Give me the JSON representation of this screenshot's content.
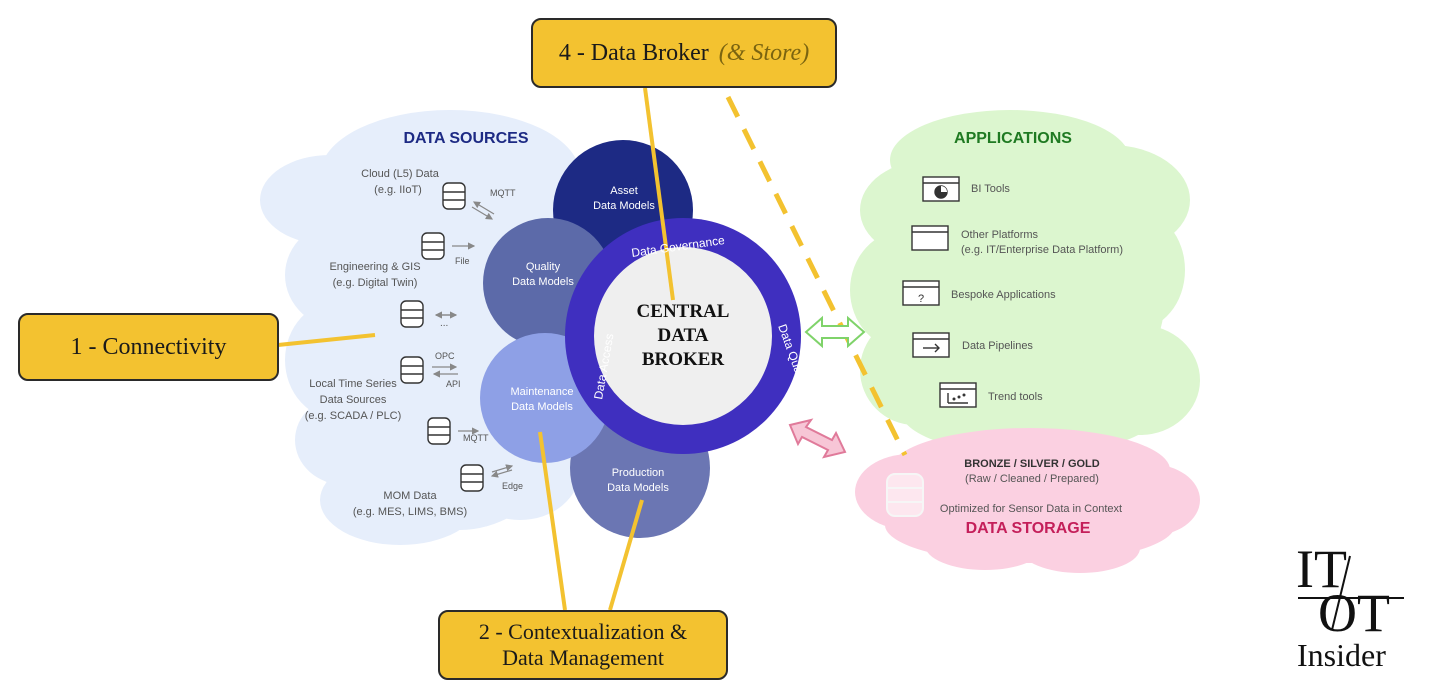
{
  "colors": {
    "sources_cloud": "#e6eefb",
    "apps_cloud": "#dcf6cf",
    "storage_cloud": "#fbd0e1",
    "label_fill": "#f3c230",
    "broker_ring": "#3f2fbf",
    "connector": "#f3c230"
  },
  "labels": {
    "broker_store_main": "4 - Data Broker ",
    "broker_store_sub": "(& Store)",
    "connectivity": "1 - Connectivity",
    "context_line1": "2 - Contextualization &",
    "context_line2": "Data Management"
  },
  "data_sources": {
    "title": "DATA SOURCES",
    "cloud_l5_line1": "Cloud (L5) Data",
    "cloud_l5_line2": "(e.g. IIoT)",
    "mqtt_1": "MQTT",
    "file": "File",
    "eng_line1": "Engineering & GIS",
    "eng_line2": "(e.g. Digital Twin)",
    "ellipsis": "...",
    "opc": "OPC",
    "api": "API",
    "ts_line1": "Local Time Series",
    "ts_line2": "Data Sources",
    "ts_line3": "(e.g. SCADA / PLC)",
    "mqtt_2": "MQTT",
    "edge": "Edge",
    "mom_line1": "MOM Data",
    "mom_line2": "(e.g. MES, LIMS, BMS)"
  },
  "models": {
    "asset_line1": "Asset",
    "asset_line2": "Data Models",
    "quality_line1": "Quality",
    "quality_line2": "Data Models",
    "maintenance_line1": "Maintenance",
    "maintenance_line2": "Data Models",
    "production_line1": "Production",
    "production_line2": "Data Models"
  },
  "broker": {
    "line1": "CENTRAL",
    "line2": "DATA",
    "line3": "BROKER",
    "ring_top": "Data Governance",
    "ring_left": "Data Access",
    "ring_right": "Data Quality"
  },
  "applications": {
    "title": "APPLICATIONS",
    "items": [
      {
        "label": "BI Tools",
        "icon": "pie-chart-window-icon"
      },
      {
        "label": "Other Platforms",
        "label2": "(e.g. IT/Enterprise Data Platform)",
        "icon": "window-icon"
      },
      {
        "label": "Bespoke Applications",
        "icon": "question-window-icon"
      },
      {
        "label": "Data Pipelines",
        "icon": "arrow-window-icon"
      },
      {
        "label": "Trend tools",
        "icon": "trend-window-icon"
      }
    ]
  },
  "storage": {
    "tiers": "BRONZE / SILVER / GOLD",
    "tiers_sub": "(Raw / Cleaned / Prepared)",
    "optimized": "Optimized for Sensor Data in Context",
    "title": "DATA STORAGE"
  },
  "logo": {
    "top": "IT",
    "bottom": "OT",
    "name": "Insider"
  }
}
